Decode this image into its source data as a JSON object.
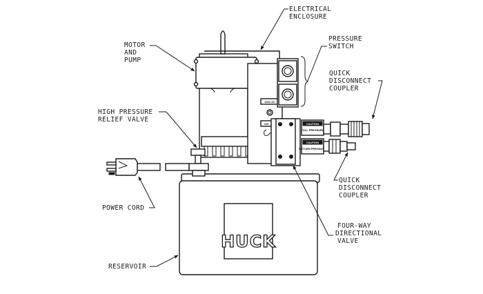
{
  "diagram": {
    "subject": "Hydraulic power unit",
    "brand_logo": "HUCK",
    "labels": {
      "electrical_enclosure": [
        "ELECTRICAL",
        "ENCLOSURE"
      ],
      "motor_and_pump": [
        "MOTOR",
        "AND",
        "PUMP"
      ],
      "pressure_switch": [
        "PRESSURE",
        "SWITCH"
      ],
      "quick_coupler_top": [
        "QUICK",
        "DISCONNECT",
        "COUPLER"
      ],
      "relief_valve": [
        "HIGH PRESSURE",
        "RELIEF VALVE"
      ],
      "quick_coupler_bottom": [
        "QUICK",
        "DISCONNECT",
        "COUPLER"
      ],
      "power_cord": [
        "POWER CORD"
      ],
      "directional_valve": [
        "FOUR-WAY",
        "DIRECTIONAL",
        "VALVE"
      ],
      "reservoir": [
        "RESERVOIR"
      ]
    },
    "plates": {
      "voltage_115": "115V AC",
      "voltage_24": "24V",
      "pull_caution": "CAUTION",
      "pull_pressure": "PULL PRESSURE",
      "return_caution": "CAUTION",
      "return_pressure": "RETURN PRESSURE"
    }
  }
}
